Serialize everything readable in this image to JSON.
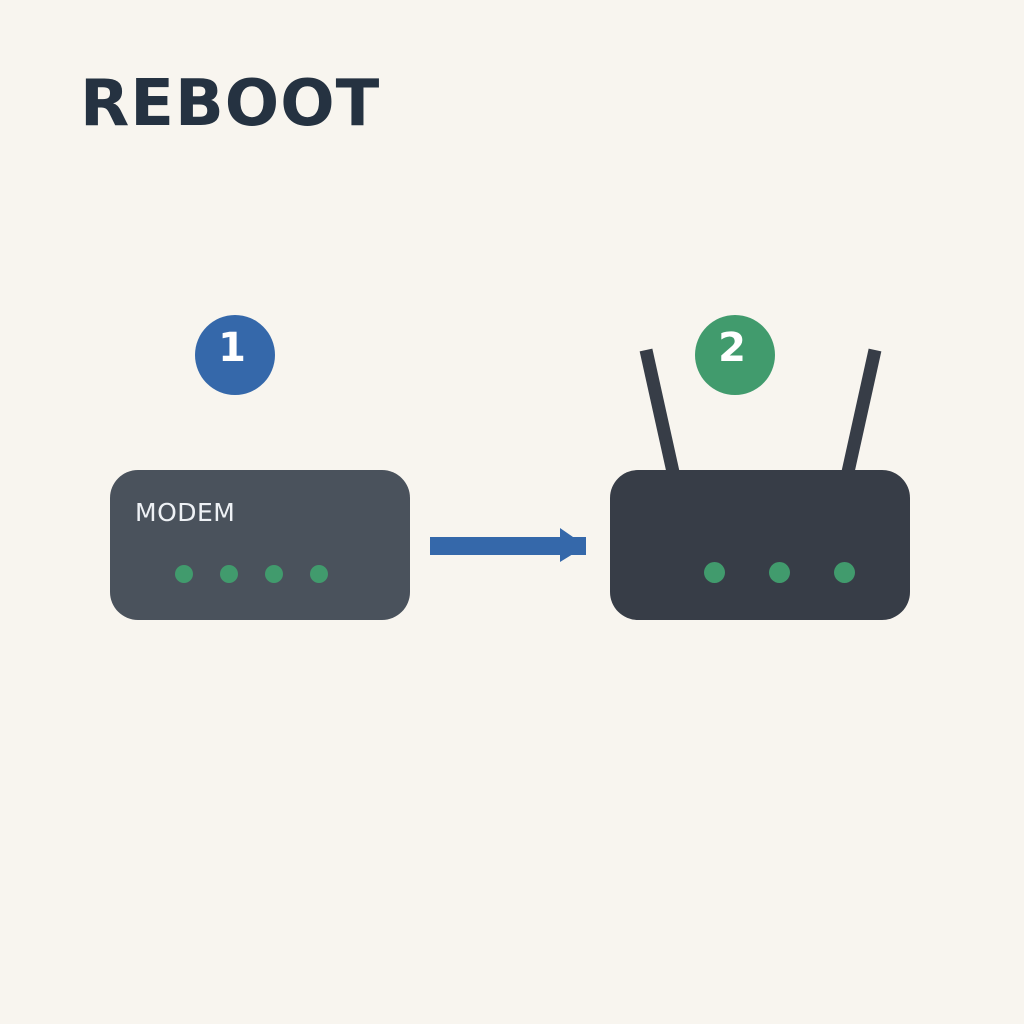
{
  "title": "REBOOT",
  "steps": [
    {
      "number": "1",
      "color": "#3568aa",
      "device": "modem",
      "label": "MODEM"
    },
    {
      "number": "2",
      "color": "#419b6d",
      "device": "router",
      "label": ""
    }
  ],
  "colors": {
    "background": "#f8f5ef",
    "modem_body": "#4a525c",
    "router_body": "#373d47",
    "led_on": "#419b6d",
    "arrow": "#3568aa",
    "antenna": "#373d47"
  },
  "modem": {
    "led_count": 4,
    "led_states": [
      "on",
      "on",
      "on",
      "on"
    ]
  },
  "router": {
    "led_count": 3,
    "antenna_count": 2,
    "led_states": [
      "on",
      "on",
      "on"
    ]
  },
  "arrow": {
    "direction": "right",
    "from": "modem",
    "to": "router"
  }
}
